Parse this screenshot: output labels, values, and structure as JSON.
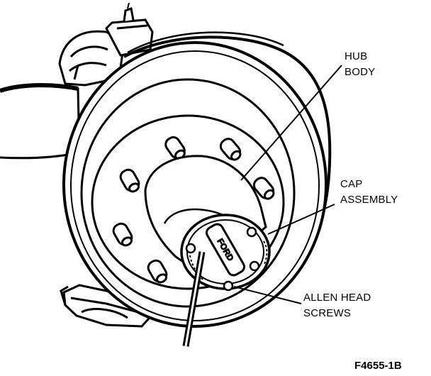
{
  "labels": {
    "hub_body": [
      "HUB",
      "BODY"
    ],
    "cap_assembly": [
      "CAP",
      "ASSEMBLY"
    ],
    "allen_head_screws": [
      "ALLEN HEAD",
      "SCREWS"
    ]
  },
  "cap_stamp": "FORD",
  "figure_id": "F4655-1B",
  "colors": {
    "ink": "#000000",
    "paper": "#ffffff"
  }
}
